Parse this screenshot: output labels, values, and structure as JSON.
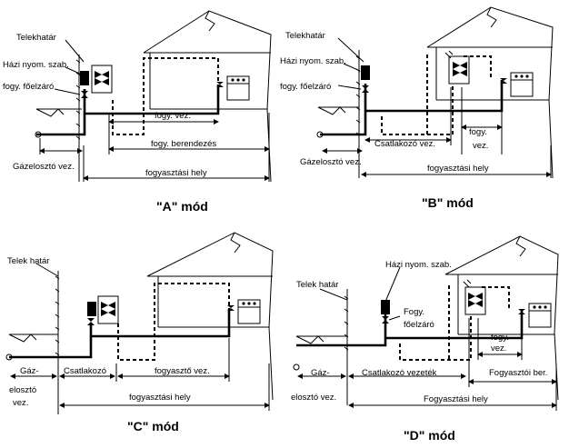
{
  "panels": {
    "A": {
      "caption": "\"A\" mód",
      "labels": {
        "telekhatar": "Telekhatár",
        "hazi_nyom_szab": "Házi nyom. szab.",
        "fogy_foelzaro": "fogy. főelzáró",
        "fogy_vez": "fogy. vez.",
        "fogy_berendezes": "fogy. berendezés",
        "gazeloszto_vez": "Gázelosztó vez.",
        "fogyasztasi_hely": "fogyasztási hely"
      }
    },
    "B": {
      "caption": "\"B\" mód",
      "labels": {
        "telekhatar": "Telekhatár",
        "hazi_nyom_szab": "Házi nyom. szab.",
        "fogy_foelzaro": "fogy. főelzáró",
        "csatlakozo_vez": "Csatlakozó vez.",
        "fogy": "fogy.",
        "vez": "vez.",
        "gazeloszto_vez": "Gázelosztó vez.",
        "fogyasztasi_hely": "fogyasztási hely"
      }
    },
    "C": {
      "caption": "\"C\" mód",
      "labels": {
        "telek_hatar": "Telek határ",
        "gaz": "Gáz-",
        "eloszto": "elosztó",
        "vez": "vez.",
        "csatlakozo": "Csatlakozó",
        "fogyaszto_vez": "fogyasztő vez.",
        "fogyasztasi_hely": "fogyasztási hely"
      }
    },
    "D": {
      "caption": "\"D\" mód",
      "labels": {
        "telek_hatar": "Telek határ",
        "hazi_nyom_szab": "Házi nyom. szab.",
        "fogy": "Fogy.",
        "foelzaro": "főelzáró",
        "fogy2": "fogy.",
        "vez2": "vez.",
        "gaz": "Gáz-",
        "csatlakozo_vezetek": "Csatlakozó vezeték",
        "fogyasztoi_ber": "Fogyasztói ber.",
        "eloszto_vez": "elosztó vez.",
        "fogyasztasi_hely": "Fogyasztási hely"
      }
    }
  }
}
